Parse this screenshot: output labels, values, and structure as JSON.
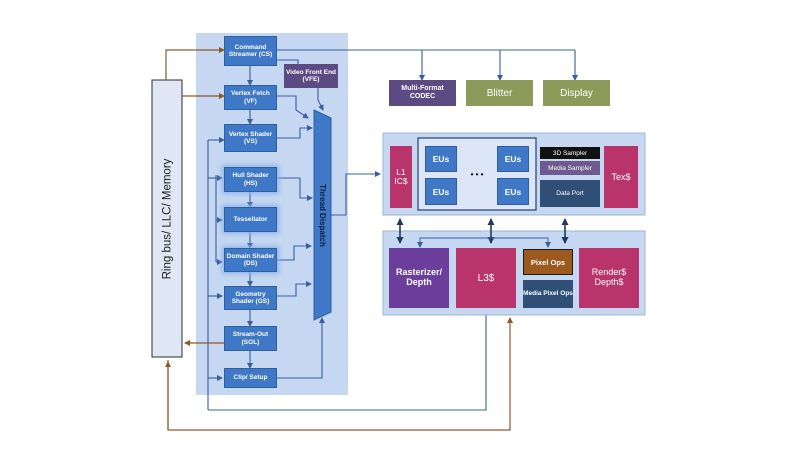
{
  "ring": {
    "label": "Ring bus/ LLC/ Memory"
  },
  "pipeline": {
    "command_streamer": "Command Streamer (CS)",
    "video_front_end": "Video Front End (VFE)",
    "vertex_fetch": "Vertex Fetch (VF)",
    "vertex_shader": "Vertex Shader (VS)",
    "hull_shader": "Hull Shader (HS)",
    "tessellator": "Tessellator",
    "domain_shader": "Domain Shader (DS)",
    "geometry_shader": "Geometry Shader (GS)",
    "stream_out": "Stream-Out (SOL)",
    "clip_setup": "Clip/ Setup",
    "thread_dispatch": "Thread Dispatch"
  },
  "fixed": {
    "codec": "Multi-Format CODEC",
    "blitter": "Blitter",
    "display": "Display"
  },
  "slice": {
    "l1": "L1 IC$",
    "eu": "EUs",
    "ellipsis": "• • •",
    "sampler_3d": "3D Sampler",
    "media_sampler": "Media Sampler",
    "data_port": "Data Port",
    "tex": "Tex$"
  },
  "backend": {
    "rasterizer": "Rasterizer/ Depth",
    "l3": "L3$",
    "pixel_ops": "Pixel Ops",
    "media_pixel_ops": "Media Pixel Ops",
    "render": "Render$ Depth$"
  },
  "colors": {
    "pipeline_panel": "#c6d7f1",
    "stage_blue": "#3f78c6",
    "memory_arrow": "#8b5a2b",
    "data_arrow": "#3a5f9a",
    "magenta": "#b8346a",
    "purple": "#6a3e9a",
    "olive": "#8d9a5a",
    "pixel_ops": "#9c5a1e",
    "dark_block": "#2f4f76"
  }
}
